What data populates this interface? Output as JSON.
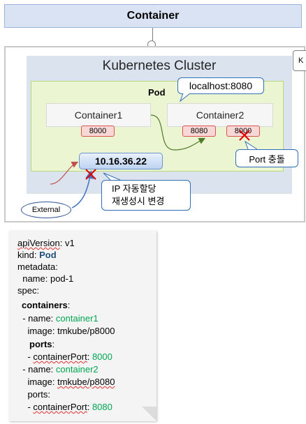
{
  "header": {
    "title": "Container"
  },
  "cluster": {
    "title": "Kubernetes Cluster",
    "corner_text": "K"
  },
  "pod": {
    "title": "Pod",
    "localhost_label": "localhost:8080",
    "container1": {
      "label": "Container1",
      "port": "8000"
    },
    "container2": {
      "label": "Container2",
      "ports": [
        "8080",
        "8000"
      ]
    },
    "conflict_label": "Port 충돌",
    "ip": "10.16.36.22"
  },
  "ip_note": {
    "line1": "IP 자동할당",
    "line2": "재생성시 변경"
  },
  "external_label": "External",
  "yaml": {
    "api_key": "apiVersion",
    "api_val": ": v1",
    "kind_key": "kind: ",
    "kind_val": "Pod",
    "metadata": "metadata:",
    "name_line": "  name: pod-1",
    "spec": "spec:",
    "containers_key": "containers",
    "containers_colon": ":",
    "c1_prefix": "  - name: ",
    "c1_name": "container1",
    "c1_image": "    image: tmkube/p8000",
    "c1_ports": "ports",
    "c1_ports_colon": ":",
    "c1_port_prefix": "    - ",
    "c1_port_key": "containerPort",
    "c1_port_colon": ": ",
    "c1_port_val": "8000",
    "c2_prefix": "  - name: ",
    "c2_name": "container2",
    "c2_image_prefix": "    image: ",
    "c2_image_val": "tmkube/p8080",
    "c2_ports": "    ports:",
    "c2_port_prefix": "    - ",
    "c2_port_key": "containerPort",
    "c2_port_colon": ": ",
    "c2_port_val": "8080"
  },
  "colors": {
    "pod_fill": "#ebf5d2",
    "cluster_fill": "#dbe3ef",
    "port_fill": "#f8d7d7",
    "conflict_red": "#e00000",
    "value_green": "#00a651"
  }
}
